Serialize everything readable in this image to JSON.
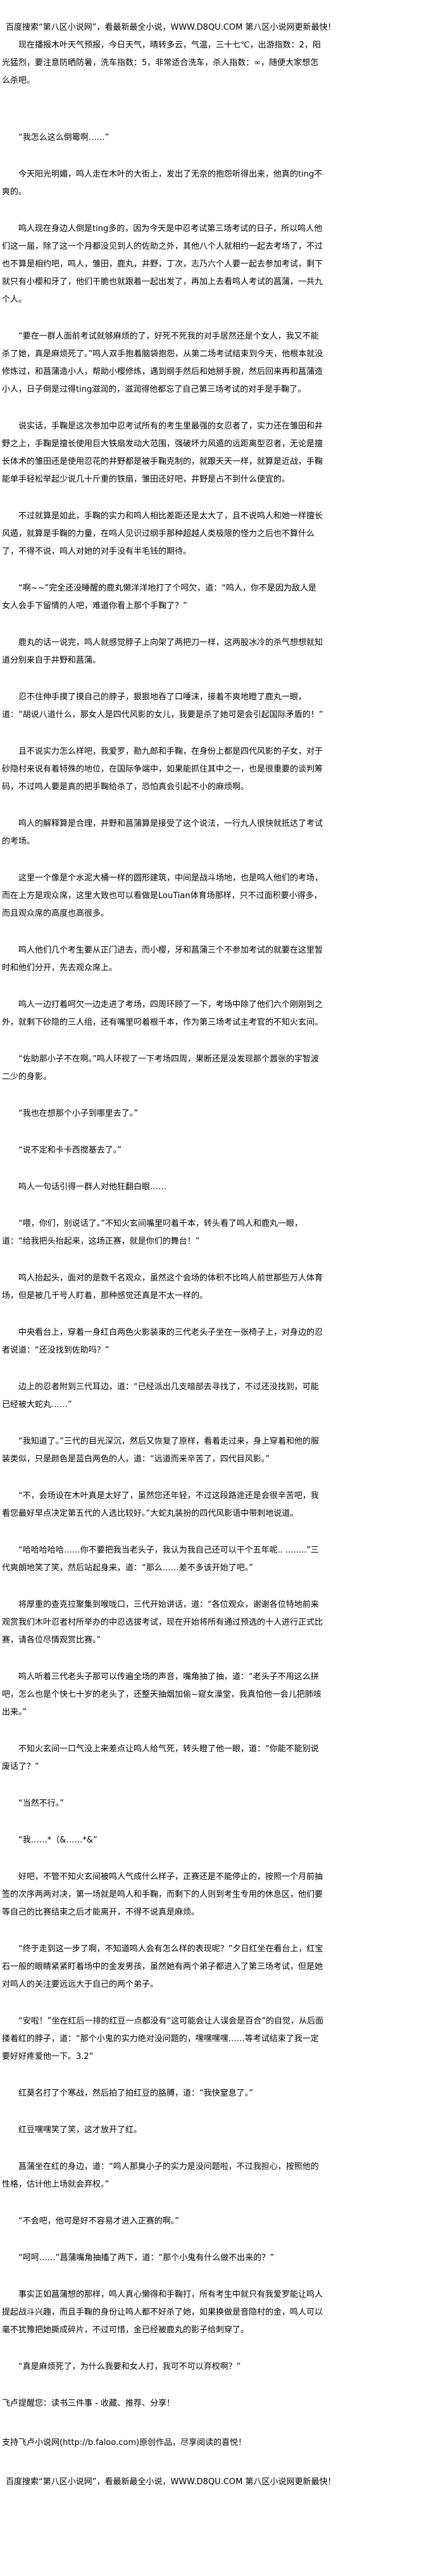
{
  "header": {
    "banner": "百度搜索“第八区小说网”，看最新最全小说，WWW.D8QU.COM   第八区小说网更新最快！",
    "intro": "现在播报木叶天气预报，今日天气，晴转多云，气温，三十七℃，出游指数：2，阳光猛烈，要注意防晒防暑，洗车指数：5，非常适合洗车，杀人指数：∞，随便大家想怎么杀吧。"
  },
  "content": {
    "paragraphs": [
      "“我怎么这么倒霉啊……”",
      "今天阳光明媚，鸣人走在木叶的大街上，发出了无奈的抱怨听得出来，他真的ting不爽的。",
      "鸣人现在身边人倒是ting多的，因为今天是中忍考试第三场考试的日子，所以鸣人他们这一届，除了这一个月都没见到人的佐助之外，其他八个人就相约一起去考场了，不过也不算是相约吧，鸣人，雏田，鹿丸，井野，丁次，志乃六个人要一起去参加考试，剩下就只有小樱和牙了，他们干脆也就跟着一起出发了，再加上去看鸣人考试的菖蒲，一共九个人。",
      "“要在一群人面前考试就够麻烦的了，好死不死我的对手居然还是个女人，我又不能杀了她，真是麻烦死了。”鸣人双手抱着脑袋抱怨，从第二场考试结束到今天，他根本就没修炼过，和菖蒲造小人，帮助小樱修炼，遇到纲手然后和她掰手腕，然后回来再和菖蒲造小人，日子倒是过得ting滋润的，滋润得他都忘了自己第三场考试的对手是手鞠了。",
      "说实话，手鞠是这次参加中忍考试所有的考生里最强的女忍者了，实力还在雏田和井野之上，手鞠是擅长使用巨大铁扇发动大范围，强破坏力风遁的远距离型忍者，无论是擅长体术的雏田还是使用忍花的井野都是被手鞠克制的，就跟天天一样，就算是近战，手鞠能单手轻松举起少说几十斤重的铁扇，雏田还好吧，井野是占不到什么便宜的。",
      "不过就算是如此，手鞠的实力和鸣人相比差距还是太大了，且不说鸣人和她一样擅长风遁，就算是手鞠的力量，在鸣人见识过纲手那种超越人类极限的怪力之后也不算什么了，不得不说，鸣人对她的对手没有半毛钱的期待。",
      "“啊~~”完全还没睡醒的鹿丸懒洋洋地打了个呵欠，道：“鸣人，你不是因为敌人是女人会手下留情的人吧，难道你看上那个手鞠了？”",
      "鹿丸的话一说完，鸣人就感觉脖子上向架了两把刀一样，这两股冰冷的杀气想想就知道分别来自于井野和菖蒲。",
      "忍不住伸手摸了摸自己的脖子，狠狠地吞了口唾沫，接着不爽地瞪了鹿丸一眼，道：“胡说八道什么，那女人是四代风影的女儿，我要是杀了她可是会引起国际矛盾的！”",
      "且不说实力怎么样吧，我爱罗，勘九郎和手鞠，在身份上都是四代风影的子女，对于砂隐村来说有着特殊的地位，在国际争端中，如果能抓住其中之一，也是很重要的谈判筹码，不过鸣人要是真的把手鞠给杀了，恐怕真会引起不小的麻烦啊。",
      "鸣人的解释算是合理，井野和菖蒲算是接受了这个说法，一行九人很快就抵达了考试的考场。",
      "这里一个像是个水泥大桶一样的圆形建筑，中间是战斗场地，也是鸣人他们的考场，而在上方是观众席，这里大致也可以看做是LouTian体育场那样，只不过面积要小得多，而且观众席的高度也高很多。",
      "鸣人他们几个考生要从正门进去，而小樱，牙和菖蒲三个不参加考试的就要在这里暂时和他们分开，先去观众席上。",
      "鸣人一边打着呵欠一边走进了考场，四周环顾了一下，考场中除了他们六个刚刚到之外，就剩下砂隐的三人组，还有嘴里叼着根千本，作为第三场考试主考官的不知火玄间。",
      "“佐助那小子不在啊。”鸣人环视了一下考场四周，果断还是没发现那个嚣张的宇智波二少的身影。",
      "“我也在想那个小子到哪里去了。”",
      "“说不定和卡卡西搅基去了。”",
      "鸣人一句话引得一群人对他狂翻白眼……",
      "“喂，你们，别说话了。”不知火玄间嘴里叼着千本，转头看了鸣人和鹿丸一眼，道：“给我把头抬起来，这场正赛，就是你们的舞台！”",
      "鸣人抬起头，面对的是数千名观众，虽然这个会场的体积不比鸣人前世那些万人体育场，但是被几千号人盯着，那种感觉还真是不太一样的。",
      "中央看台上，穿着一身红白两色火影装束的三代老头子坐在一张椅子上，对身边的忍者说道：“还没找到佐助吗？”",
      "边上的忍者附到三代耳边，道：“已经派出几支暗部去寻找了，不过还没找到，可能已经被大蛇丸……”",
      "“我知道了。”三代的目光深沉，然后又恢复了原样，看着走过来，身上穿着和他的服装类似，只是颜色是蓝白两色的人，道：“远道而来辛苦了，四代目风影。”",
      "“不，会场设在木叶真是太好了，虽然您还年轻，不过这段路途还是会很辛苦吧，我看您最好早点决定第五代的人选比较好。”大蛇丸装扮的四代风影语中带刺地说道。",
      "“哈哈哈哈哈……你不要把我当老头子，我认为我自己还可以干个五年呢.. ........”三代爽朗地笑了笑，然后站起身来，道：“那么……差不多该开始了吧。”",
      "将厚重的查克拉聚集到喉咙口，三代开始讲话，道：“各位观众，谢谢各位特地前来观赏我们木叶忍者村所举办的中忍选拔考试，现在开始将所有通过预选的十人进行正式比赛，请各位尽情观赏比赛。”",
      "鸣人听着三代老头子那可以传遍全场的声音，嘴角抽了抽，道：“老头子不用这么拼吧，怎么也是个快七十岁的老头了，还整天抽烟加偷~窥女澡堂，我真怕他一会儿把肺咳出来。”",
      "不知火玄间一口气没上来差点让鸣人给气死，转头瞪了他一眼，道：“你能不能别说废话了？”",
      "“当然不行。”",
      "“我……*（&……*&”",
      "好吧，不管不知火玄间被鸣人气成什么样子，正赛还是不能停止的，按照一个月前抽签的次序两两对决，第一场就是鸣人和手鞠，而剩下的人则到考生专用的休息区，他们要等自己的比赛结束之后才能离开，不得不说真是麻烦。",
      "“终于走到这一步了啊，不知道鸣人会有怎么样的表现呢？”夕日红坐在看台上，红宝石一般的眼睛紧紧盯着场中的金发男孩，虽然她有两个弟子都进入了第三场考试，但是她对鸣人的关注要远远大于自己的两个弟子。",
      "“安啦！”坐在红后一排的红豆一点都没有“这可能会让人误会是百合”的自觉，从后面搂着红的脖子，道：“那个小鬼的实力绝对没问题的，嘿嘿嘿嘿……等考试结束了我一定要好好疼爱他一下。3.2”",
      "红莫名打了个寒战，然后拍了拍红豆的胳膊，道：“我快窒息了。”",
      "红豆嘿嘿笑了笑，这才放开了红。",
      "菖蒲坐在红的身边，道：“鸣人那臭小子的实力是没问题啦，不过我担心，按照他的性格，估计他上场就会弃权。”",
      "“不会吧，他可是好不容易才进入正赛的啊。”",
      "“呵呵……”菖蒲嘴角抽搐了两下，道：“那个小鬼有什么做不出来的？”",
      "事实正如菖蒲想的那样，鸣人真心懒得和手鞠打，所有考生中就只有我爱罗能让鸣人提起战斗兴趣，而且手鞠的身份让鸣人都不好杀了她，如果换做是音隐村的金，鸣人可以毫不犹豫把她撕成碎片，不过可惜，金已经被鹿丸的影子给刺穿了。",
      "“真是麻烦死了，为什么我要和女人打，我可不可以弃权啊？”"
    ]
  },
  "footer": {
    "reminder": "飞卢提醒您：读书三件事 - 收藏、推荐、分享！",
    "support": "支持飞卢小说网(http://b.faloo.com)原创作品，尽享阅读的喜悦！",
    "banner": "百度搜索“第八区小说网”，看最新最全小说，WWW.D8QU.COM   第八区小说网更新最快！"
  }
}
